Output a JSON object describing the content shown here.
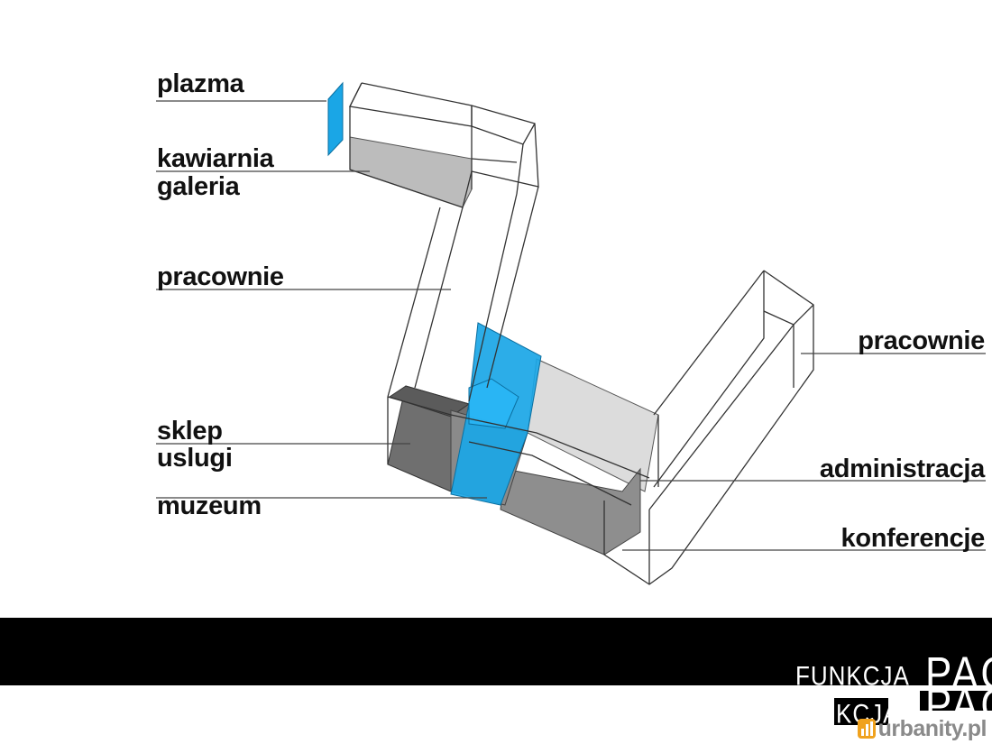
{
  "labels": {
    "plazma": "plazma",
    "kawiarnia": "kawiarnia",
    "galeria": "galeria",
    "pracownie_left": "pracownie",
    "sklep": "sklep",
    "uslugi": "uslugi",
    "muzeum": "muzeum",
    "pracownie_right": "pracownie",
    "administracja": "administracja",
    "konferencje": "konferencje"
  },
  "banner": {
    "funkcja": "FUNKCJA",
    "pag_1": "PAG",
    "kcja": "KCJA",
    "pag_2": "PAG"
  },
  "watermark": {
    "text": "urbanity.pl",
    "icon": "bar-chart-logo-icon"
  },
  "colors": {
    "accent_blue": "#1aa6e6",
    "dark_gray": "#7a7a7a",
    "mid_gray": "#a6a6a6",
    "light_gray": "#dcdcdc",
    "band": "#000000",
    "logo_orange": "#f0a21e"
  }
}
